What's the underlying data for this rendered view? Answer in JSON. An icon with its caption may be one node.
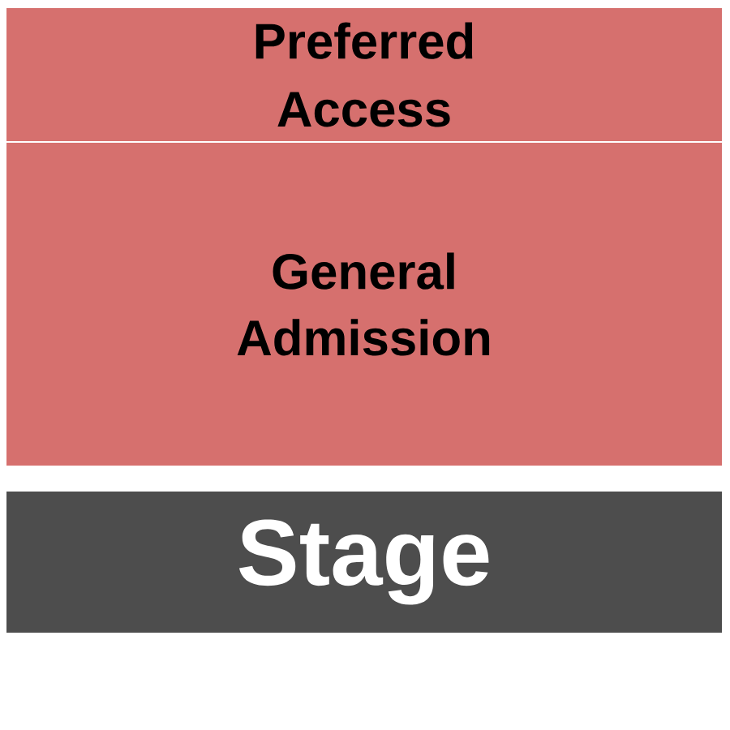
{
  "diagram": {
    "nodes": [
      {
        "text": [
          "Preferred Access"
        ]
      },
      {
        "text": [
          "General Admission"
        ]
      },
      {
        "text": [
          "Stage"
        ]
      }
    ]
  }
}
